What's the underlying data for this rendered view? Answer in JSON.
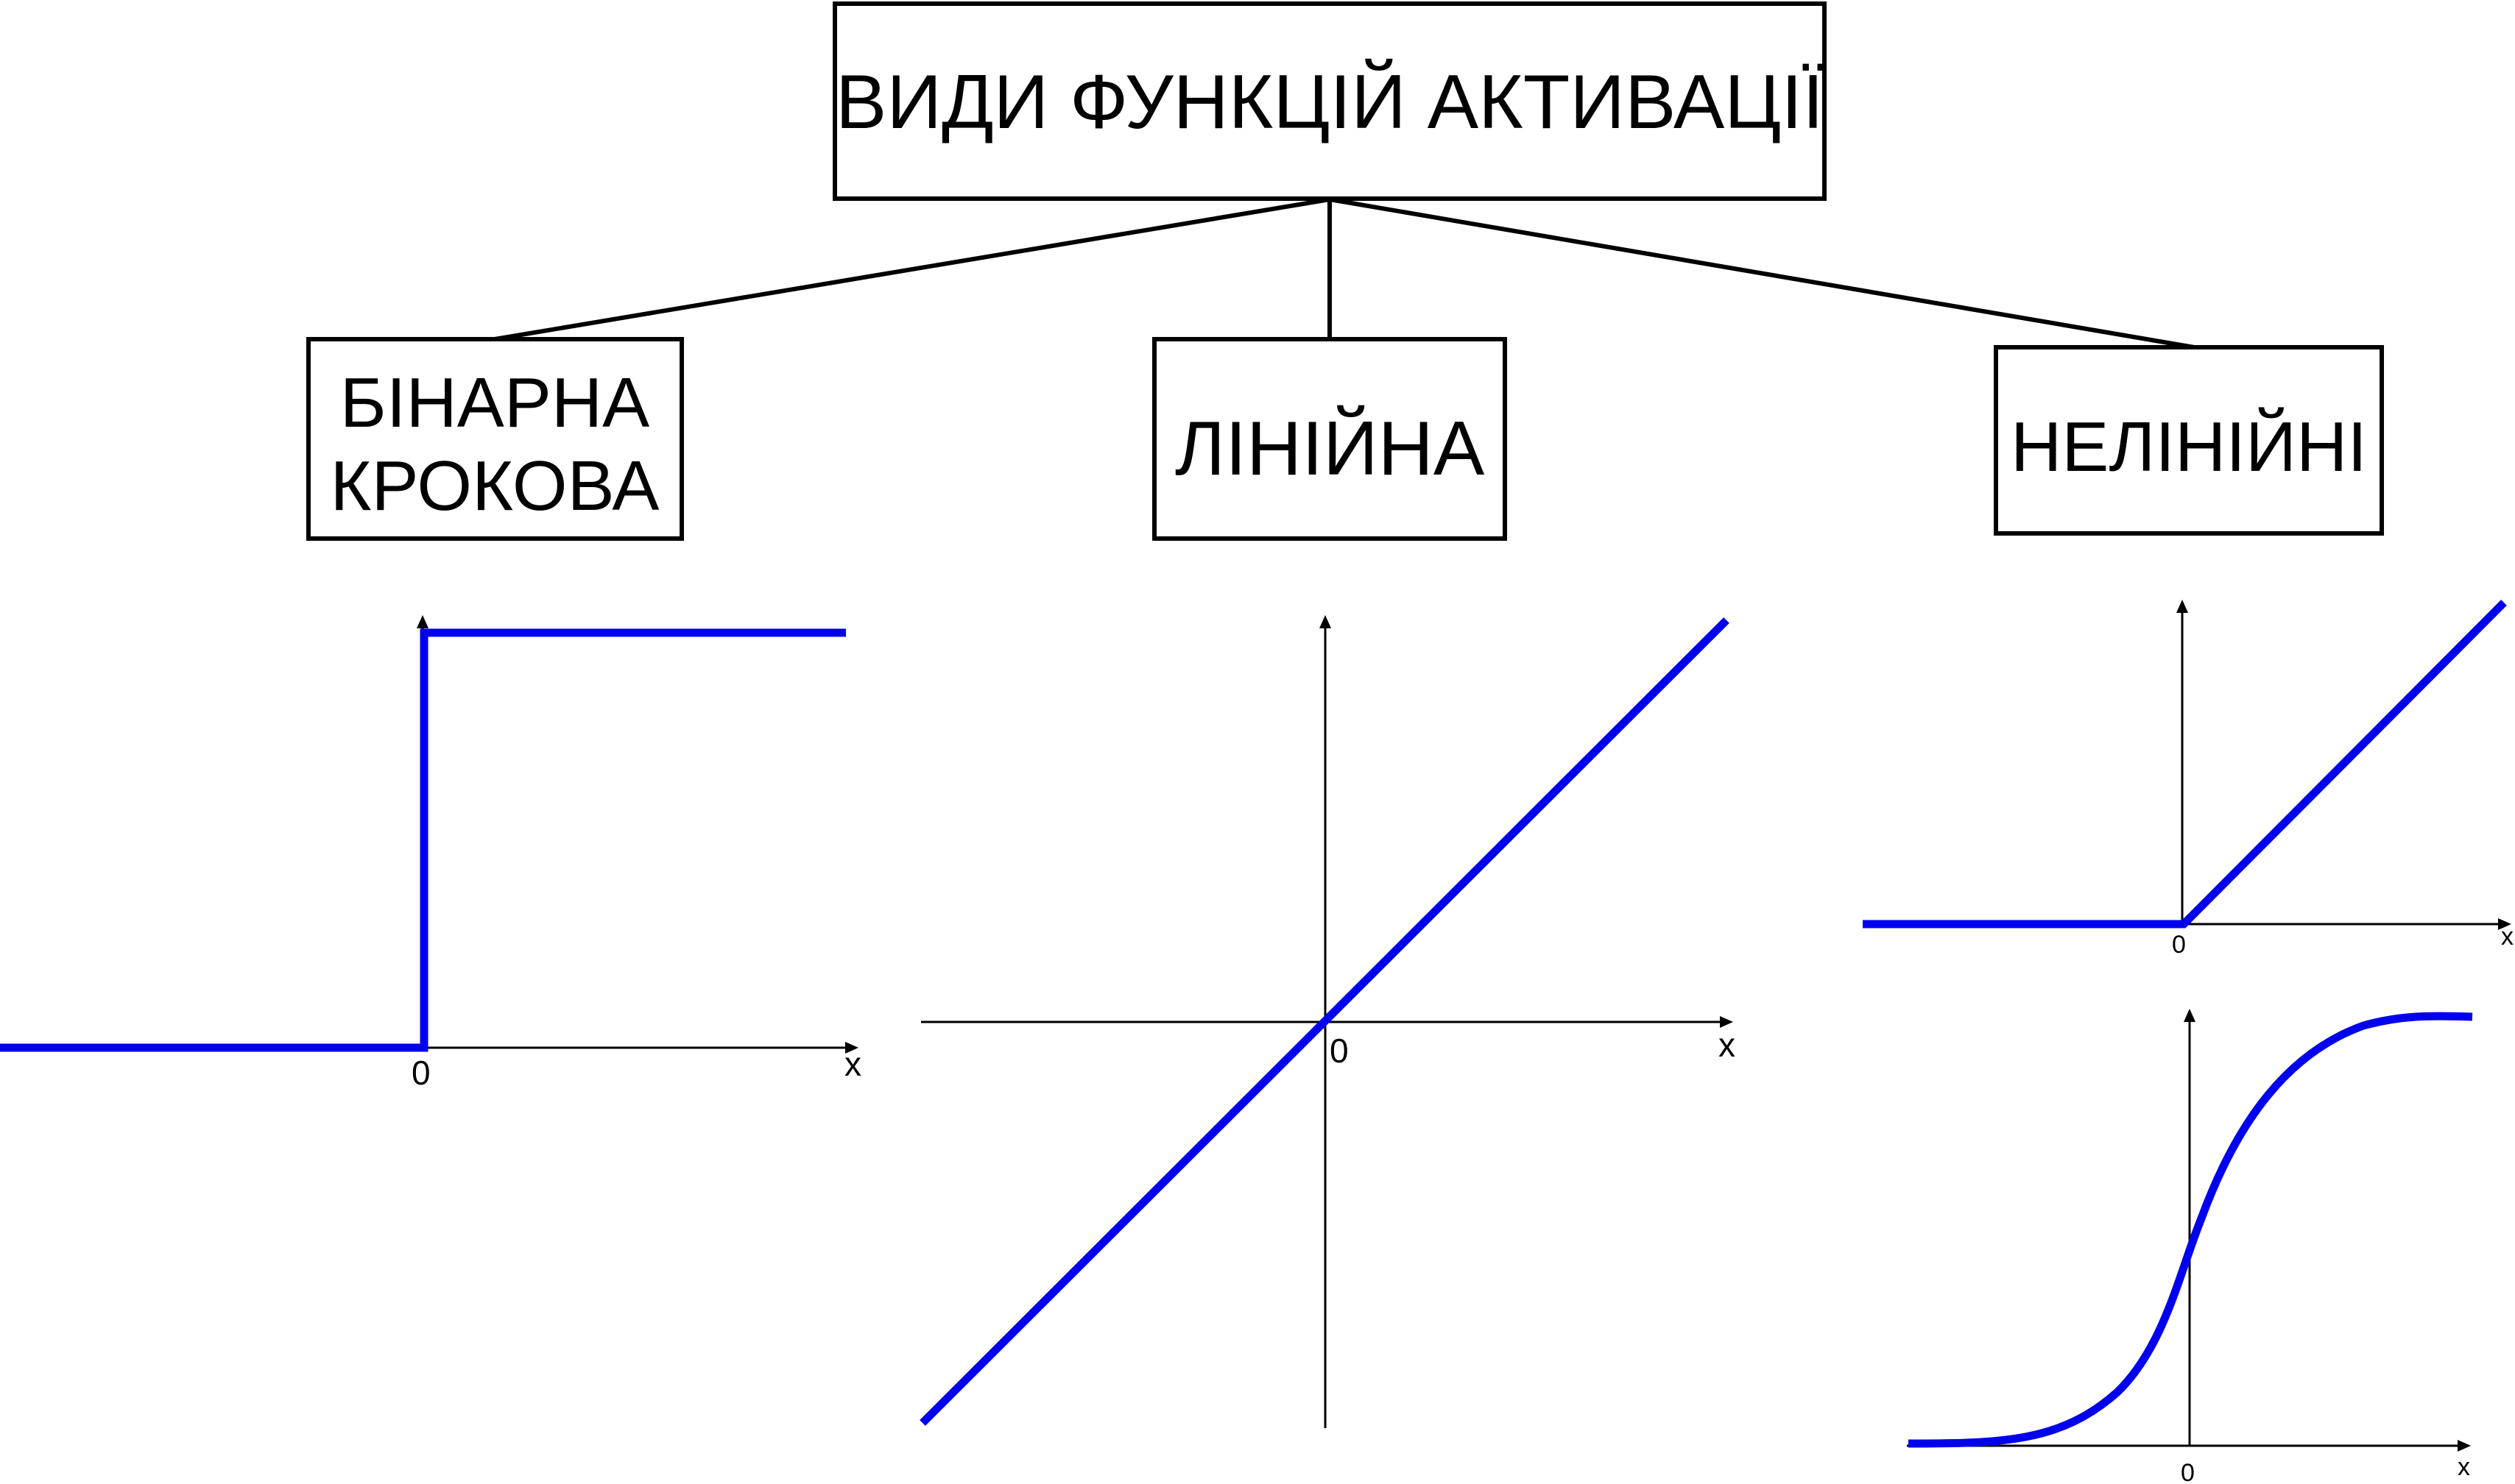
{
  "root": {
    "title": "ВИДИ ФУНКЦІЙ АКТИВАЦІЇ"
  },
  "categories": [
    {
      "id": "binary",
      "label_lines": [
        "БІНАРНА",
        "КРОКОВА"
      ],
      "graph": {
        "function": "step",
        "origin_label": "0",
        "x_label": "x"
      }
    },
    {
      "id": "linear",
      "label_lines": [
        "ЛІНІЙНА"
      ],
      "graph": {
        "function": "identity",
        "origin_label": "0",
        "x_label": "x"
      }
    },
    {
      "id": "nonlinear",
      "label_lines": [
        "НЕЛІНІЙНІ"
      ],
      "graphs": [
        {
          "function": "relu",
          "origin_label": "0",
          "x_label": "x"
        },
        {
          "function": "sigmoid",
          "origin_label": "0",
          "x_label": "x"
        }
      ]
    }
  ],
  "colors": {
    "curve": "#0000ee",
    "lines": "#000000",
    "background": "#ffffff"
  }
}
